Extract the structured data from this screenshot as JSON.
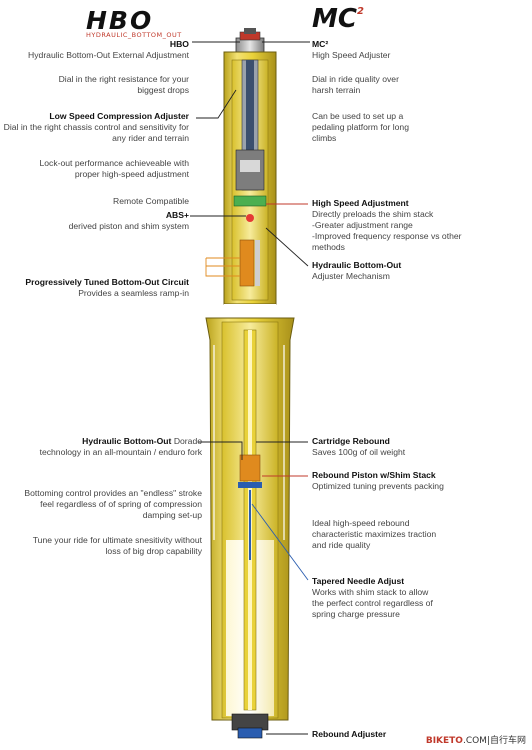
{
  "header": {
    "hbo_logo": "HBO",
    "hbo_logo_sub": "HYDRAULIC_BOTTOM_OUT",
    "mc_logo": "MC",
    "mc_logo_sup": "2"
  },
  "left": {
    "hbo_title": "HBO",
    "hbo_desc": "Hydraulic Bottom-Out External Adjustment",
    "hbo_dial": "Dial in the right resistance for your biggest drops",
    "lsc_title": "Low Speed Compression Adjuster",
    "lsc_desc": "Dial in the right chassis control and sensitivity for any rider and terrain",
    "lockout": "Lock-out performance achieveable with proper high-speed adjustment",
    "remote": "Remote Compatible",
    "abs_title": "ABS+",
    "abs_desc": "derived piston and shim system",
    "ptbo_title": "Progressively Tuned Bottom-Out Circuit",
    "ptbo_desc": "Provides a seamless ramp-in",
    "hbo2_title": "Hydraulic Bottom-Out",
    "hbo2_desc_a": "Dorado",
    "hbo2_desc_b": "technology in an all-mountain / enduro fork",
    "bottoming": "Bottoming control provides an \"endless\" stroke feel regardless of of spring of compression damping set-up",
    "tune": "Tune your ride for ultimate snesitivity without loss of big drop capability"
  },
  "right": {
    "mc_title": "MC²",
    "mc_desc": "High Speed Adjuster",
    "mc_dial": "Dial in ride quality over harsh terrain",
    "mc_platform": "Can be used to set up a pedaling platform for long climbs",
    "hsa_title": "High Speed Adjustment",
    "hsa_desc1": "Directly preloads the shim stack",
    "hsa_desc2": "-Greater adjustment range",
    "hsa_desc3": "-Improved frequency response vs other methods",
    "hbo_adj_title": "Hydraulic Bottom-Out",
    "hbo_adj_desc": "Adjuster Mechanism",
    "cart_title": "Cartridge Rebound",
    "cart_desc": "Saves 100g of oil weight",
    "rps_title": "Rebound Piston w/Shim Stack",
    "rps_desc": "Optimized tuning prevents packing",
    "ideal": "Ideal high-speed rebound characteristic maximizes traction and ride quality",
    "tna_title": "Tapered Needle Adjust",
    "tna_desc": "Works with shim stack to allow the perfect control regardless of spring charge pressure",
    "rebound_adj": "Rebound Adjuster"
  },
  "watermark": {
    "site_a": "BIKETO",
    "site_b": ".COM",
    "site_c": "|自行车网"
  },
  "colors": {
    "tube": "#e9d23a",
    "tube_dark": "#b9a21c",
    "tube_light": "#f6e98a",
    "leader_red": "#c0392b",
    "leader_blue": "#2a5db0",
    "leader_orange": "#e08a1e"
  }
}
